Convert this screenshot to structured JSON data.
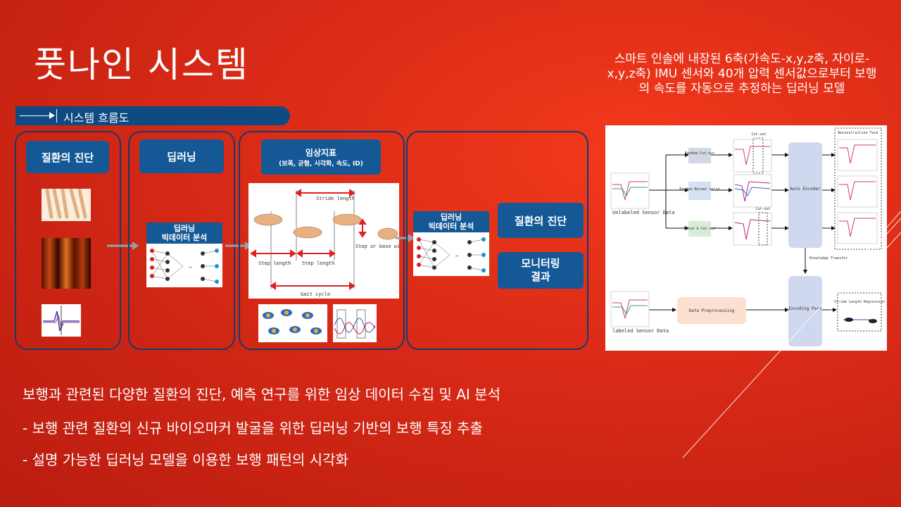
{
  "title": "풋나인 시스템",
  "description": "스마트 인솔에 내장된 6축(가속도-x,y,z축, 자이로-x,y,z축) IMU 센서와 40개 압력 센서값으로부터 보행의 속도를 자동으로 추정하는 딥러닝 모델",
  "flow": {
    "header": "시스템 흐름도",
    "panel1_label": "질환의 진단",
    "panel2_label": "딥러닝",
    "panel2_box_line1": "딥러닝",
    "panel2_box_line2": "빅데이터 분석",
    "panel3_label_line1": "임상지표",
    "panel3_label_line2": "(보폭, 균형, 시각화, 속도, ID)",
    "gait": {
      "stride_length": "Stride length",
      "step_or_base_width": "Step or base width",
      "step_length_1": "Step length",
      "step_length_2": "Step length",
      "gait_cycle": "Gait cycle"
    },
    "panel4_box_line1": "딥러닝",
    "panel4_box_line2": "빅데이터 분석",
    "panel4_result1": "질환의 진단",
    "panel4_result2_line1": "모니터링",
    "panel4_result2_line2": "결과"
  },
  "model_diagram": {
    "unlabeled": "Unlabeled Sensor Data",
    "labeled": "labeled Sensor Data",
    "random_cutout": "Random Cut-out",
    "random_normal_noise": "Random Normal noise",
    "noise_cutout": "Noise & Cut-out",
    "cutout_top": "Cut-out",
    "cutout_mid": "Cut-out",
    "auto_encoder": "Auto Encoder",
    "reconstruction_task": "Reconstruction Task",
    "knowledge_transfer": "Knowledge Transfer",
    "data_preprocessing": "Data Preprocessing",
    "encoding_part": "Encoding Part",
    "stride_length_regression": "Stride Length Regression"
  },
  "bullets": [
    "보행과 관련된 다양한 질환의 진단, 예측 연구를 위한 임상 데이터 수집 및 AI 분석",
    "- 보행 관련 질환의 신규 바이오마커 발굴을 위한 딥러닝 기반의 보행 특징 추출",
    "- 설명 가능한 딥러닝 모델을 이용한 보행 패턴의 시각화"
  ],
  "colors": {
    "accent_blue": "#155896",
    "panel_border": "#173a6e",
    "background": "#d82a16"
  }
}
